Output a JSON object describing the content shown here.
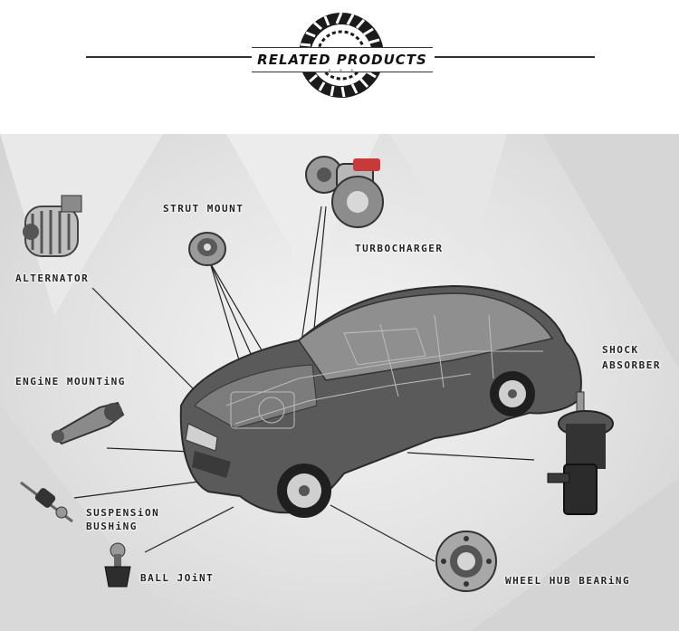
{
  "banner": {
    "title": "RELATED PRODUCTS",
    "dots": "• • •"
  },
  "parts": [
    {
      "key": "alternator",
      "label": "ALTERNATOR"
    },
    {
      "key": "strut-mount",
      "label": "STRUT MOUNT"
    },
    {
      "key": "turbocharger",
      "label": "TURBOCHARGER"
    },
    {
      "key": "shock-absorber",
      "label_line1": "SHOCK",
      "label_line2": "ABSORBER"
    },
    {
      "key": "engine-mounting",
      "label": "ENGiNE MOUNTiNG"
    },
    {
      "key": "suspension-bushing",
      "label_line1": "SUSPENSiON",
      "label_line2": "BUSHiNG"
    },
    {
      "key": "ball-joint",
      "label": "BALL JOiNT"
    },
    {
      "key": "wheel-hub-bearing",
      "label": "WHEEL HUB BEARiNG"
    }
  ]
}
